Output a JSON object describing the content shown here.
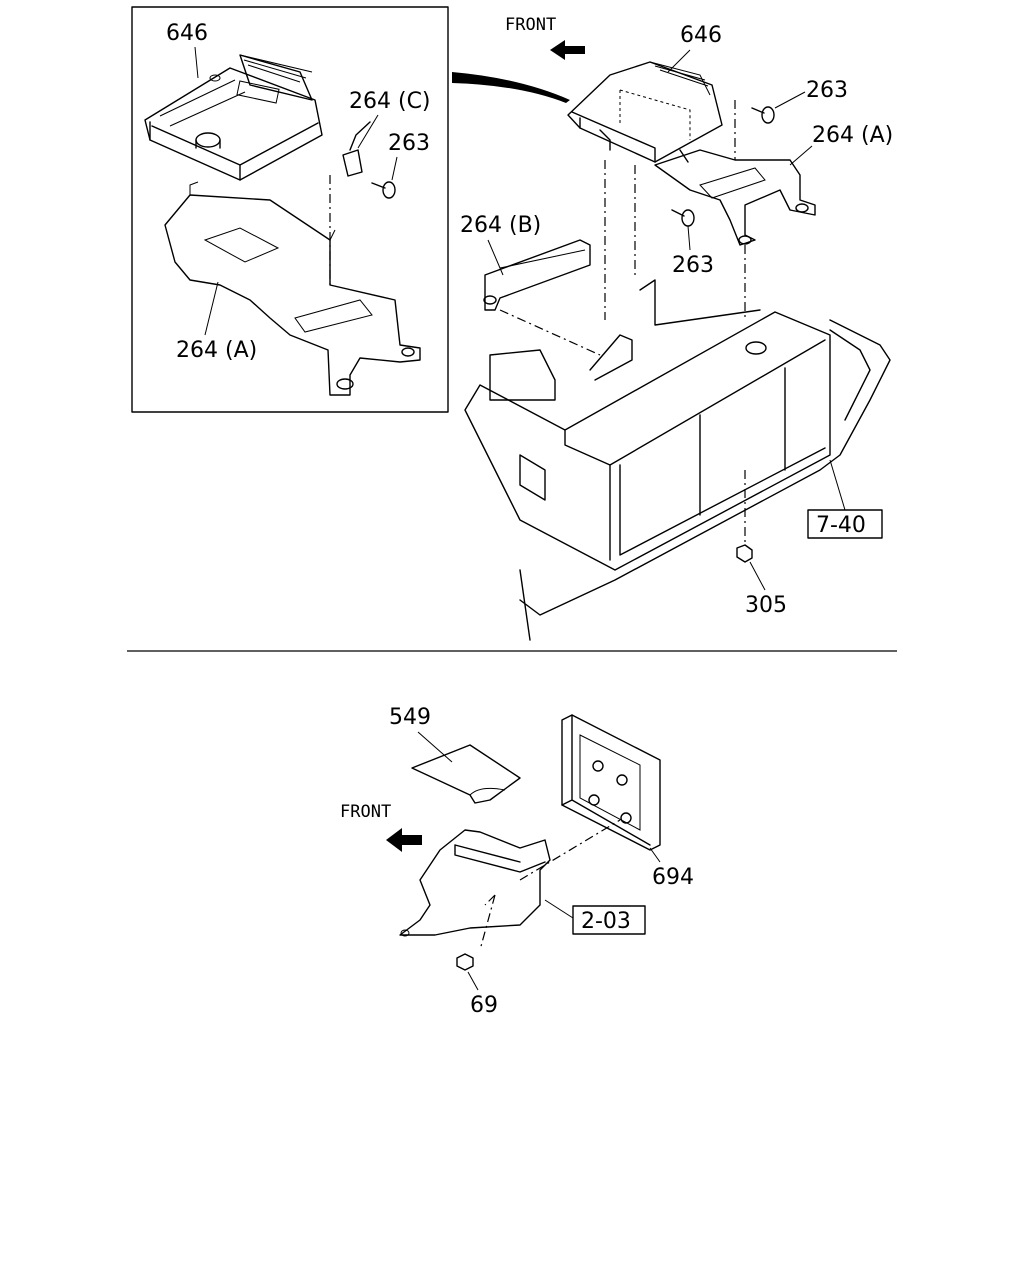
{
  "top": {
    "front_label": "FRONT",
    "inset": {
      "labels": {
        "ecu": "646",
        "bracket_c": "264 (C)",
        "bolt": "263",
        "bracket_a": "264 (A)"
      }
    },
    "main": {
      "labels": {
        "ecu": "646",
        "bolt_upper": "263",
        "bracket_a": "264 (A)",
        "bracket_b": "264 (B)",
        "bolt_lower": "263",
        "nut": "305"
      },
      "ref_box": "7-40"
    }
  },
  "bottom": {
    "front_label": "FRONT",
    "labels": {
      "sheet": "549",
      "module": "694",
      "nut": "69"
    },
    "ref_box": "2-03"
  }
}
